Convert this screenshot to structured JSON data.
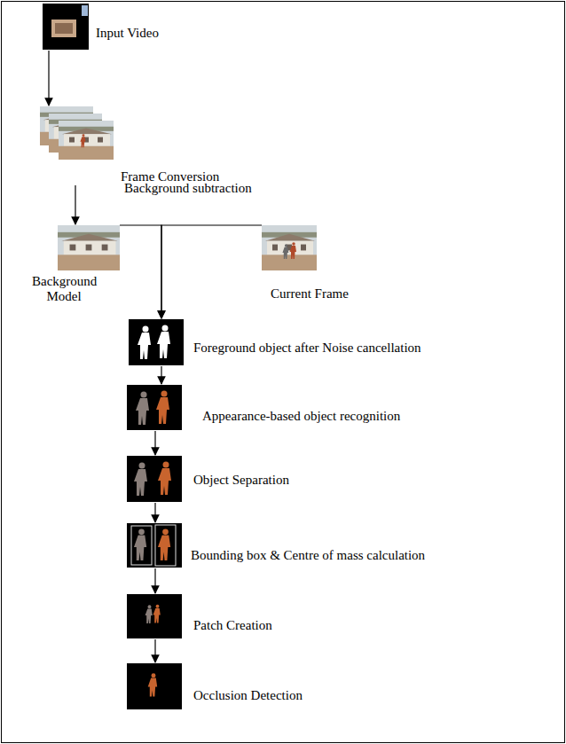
{
  "diagram": {
    "nodes": [
      {
        "text": [
          "Input Video"
        ]
      },
      {
        "text": [
          "Frame Conversion"
        ]
      },
      {
        "text": [
          "Background Model"
        ]
      },
      {
        "text": [
          "Current Frame"
        ]
      },
      {
        "text": [
          "Foreground object after Noise cancellation"
        ]
      },
      {
        "text": [
          "Appearance-based object recognition"
        ]
      },
      {
        "text": [
          "Object Separation"
        ]
      },
      {
        "text": [
          "Bounding box & Centre of mass calculation"
        ]
      },
      {
        "text": [
          "Patch Creation"
        ]
      },
      {
        "text": [
          "Occlusion Detection"
        ]
      }
    ],
    "edges": [
      {
        "from": 0,
        "to": 1,
        "arrow": "to"
      },
      {
        "from": 1,
        "to": 2,
        "arrow": "to"
      },
      {
        "from": 2,
        "to": 4,
        "arrow": "to"
      },
      {
        "from": 3,
        "to": 4,
        "arrow": "to"
      },
      {
        "from": 4,
        "to": 5,
        "arrow": "to"
      },
      {
        "from": 5,
        "to": 6,
        "arrow": "to"
      },
      {
        "from": 6,
        "to": 7,
        "arrow": "to"
      },
      {
        "from": 7,
        "to": 8,
        "arrow": "to"
      },
      {
        "from": 8,
        "to": 9,
        "arrow": "to"
      }
    ],
    "labels": [
      "Background subtraction"
    ]
  }
}
